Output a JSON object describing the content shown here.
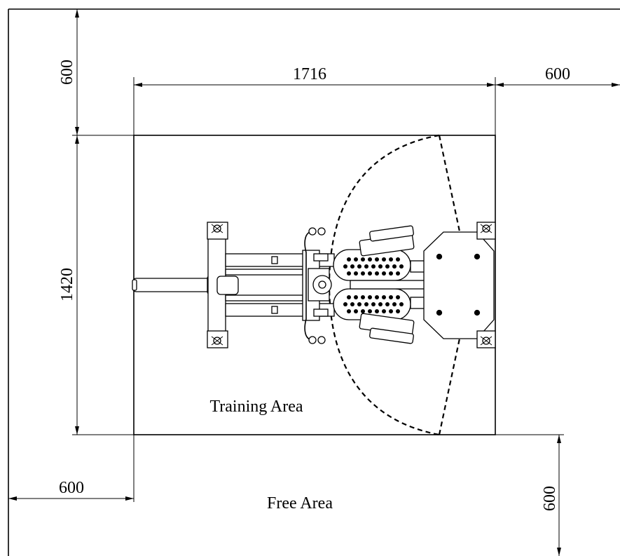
{
  "dimensions": {
    "top_offset": "600",
    "length": "1716",
    "right_offset": "600",
    "depth": "1420",
    "left_offset": "600",
    "bottom_offset": "600"
  },
  "areas": {
    "training": "Training Area",
    "free": "Free Area"
  }
}
